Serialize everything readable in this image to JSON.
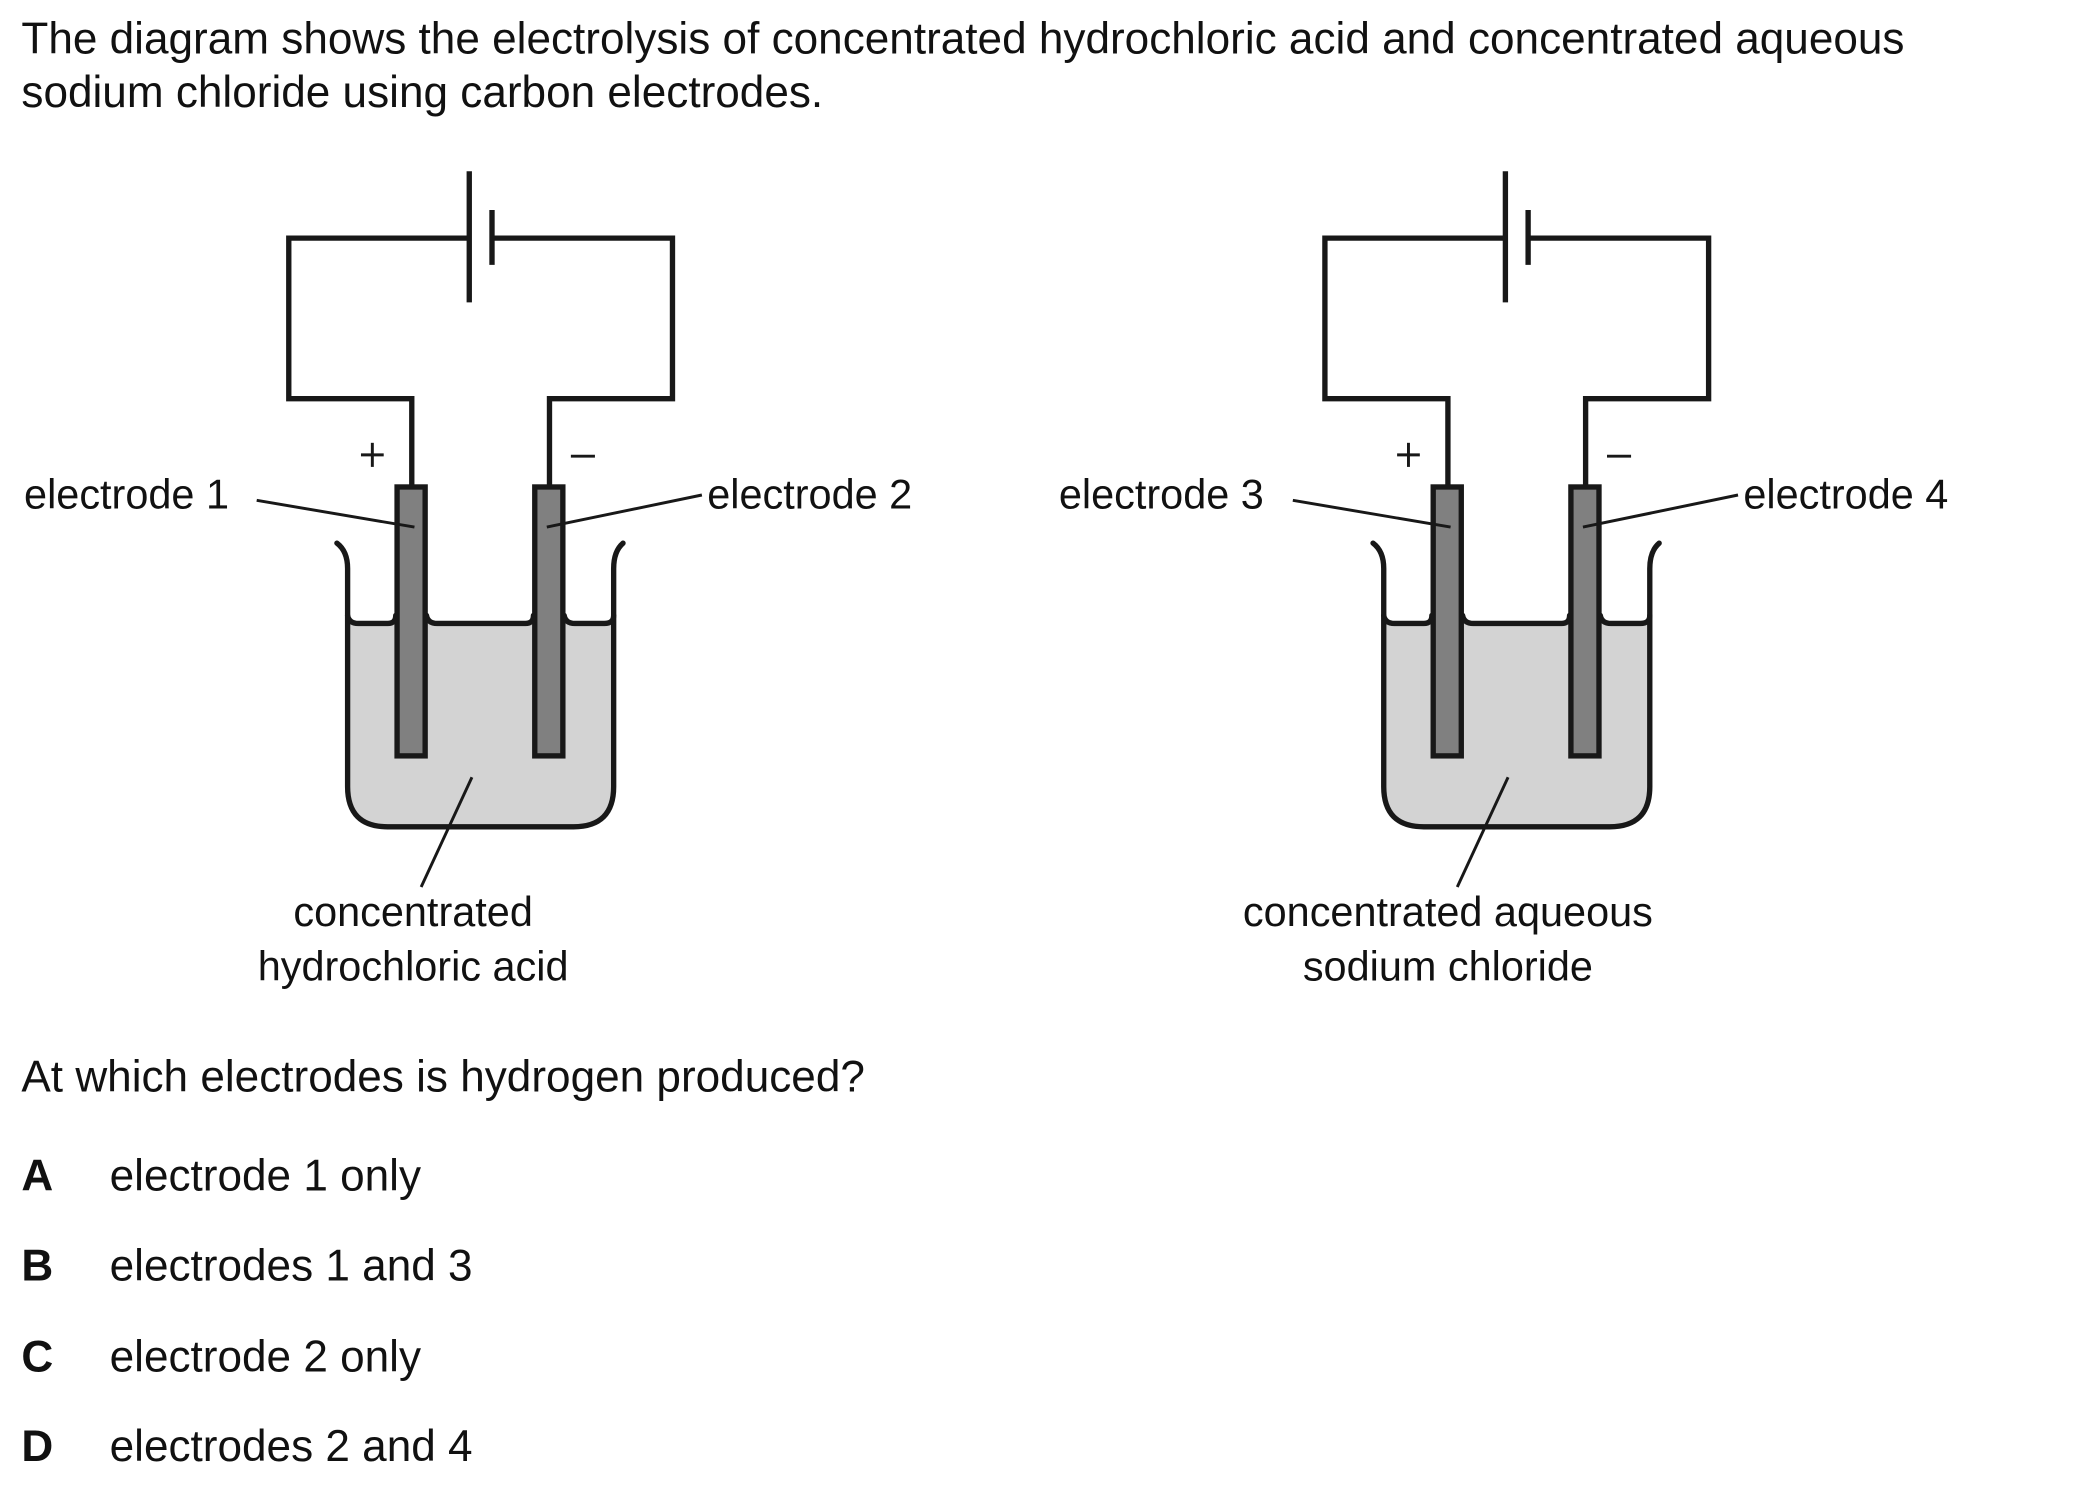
{
  "intro": {
    "line1": "The diagram shows the electrolysis of concentrated hydrochloric acid and concentrated aqueous",
    "line2": "sodium chloride using carbon electrodes."
  },
  "diagrams": [
    {
      "name": "hydrochloric-acid-cell",
      "positive_sign": "+",
      "negative_sign": "−",
      "left_electrode_label": "electrode 1",
      "right_electrode_label": "electrode 2",
      "solution_label_line1": "concentrated",
      "solution_label_line2": "hydrochloric acid"
    },
    {
      "name": "sodium-chloride-cell",
      "positive_sign": "+",
      "negative_sign": "−",
      "left_electrode_label": "electrode 3",
      "right_electrode_label": "electrode 4",
      "solution_label_line1": "concentrated aqueous",
      "solution_label_line2": "sodium chloride"
    }
  ],
  "colors": {
    "electrode_fill": "#808080",
    "solution_fill": "#d3d3d3",
    "line": "#181818"
  },
  "question": "At which electrodes is hydrogen produced?",
  "options": [
    {
      "letter": "A",
      "text": "electrode 1 only"
    },
    {
      "letter": "B",
      "text": "electrodes 1 and 3"
    },
    {
      "letter": "C",
      "text": "electrode 2 only"
    },
    {
      "letter": "D",
      "text": "electrodes 2 and 4"
    }
  ]
}
